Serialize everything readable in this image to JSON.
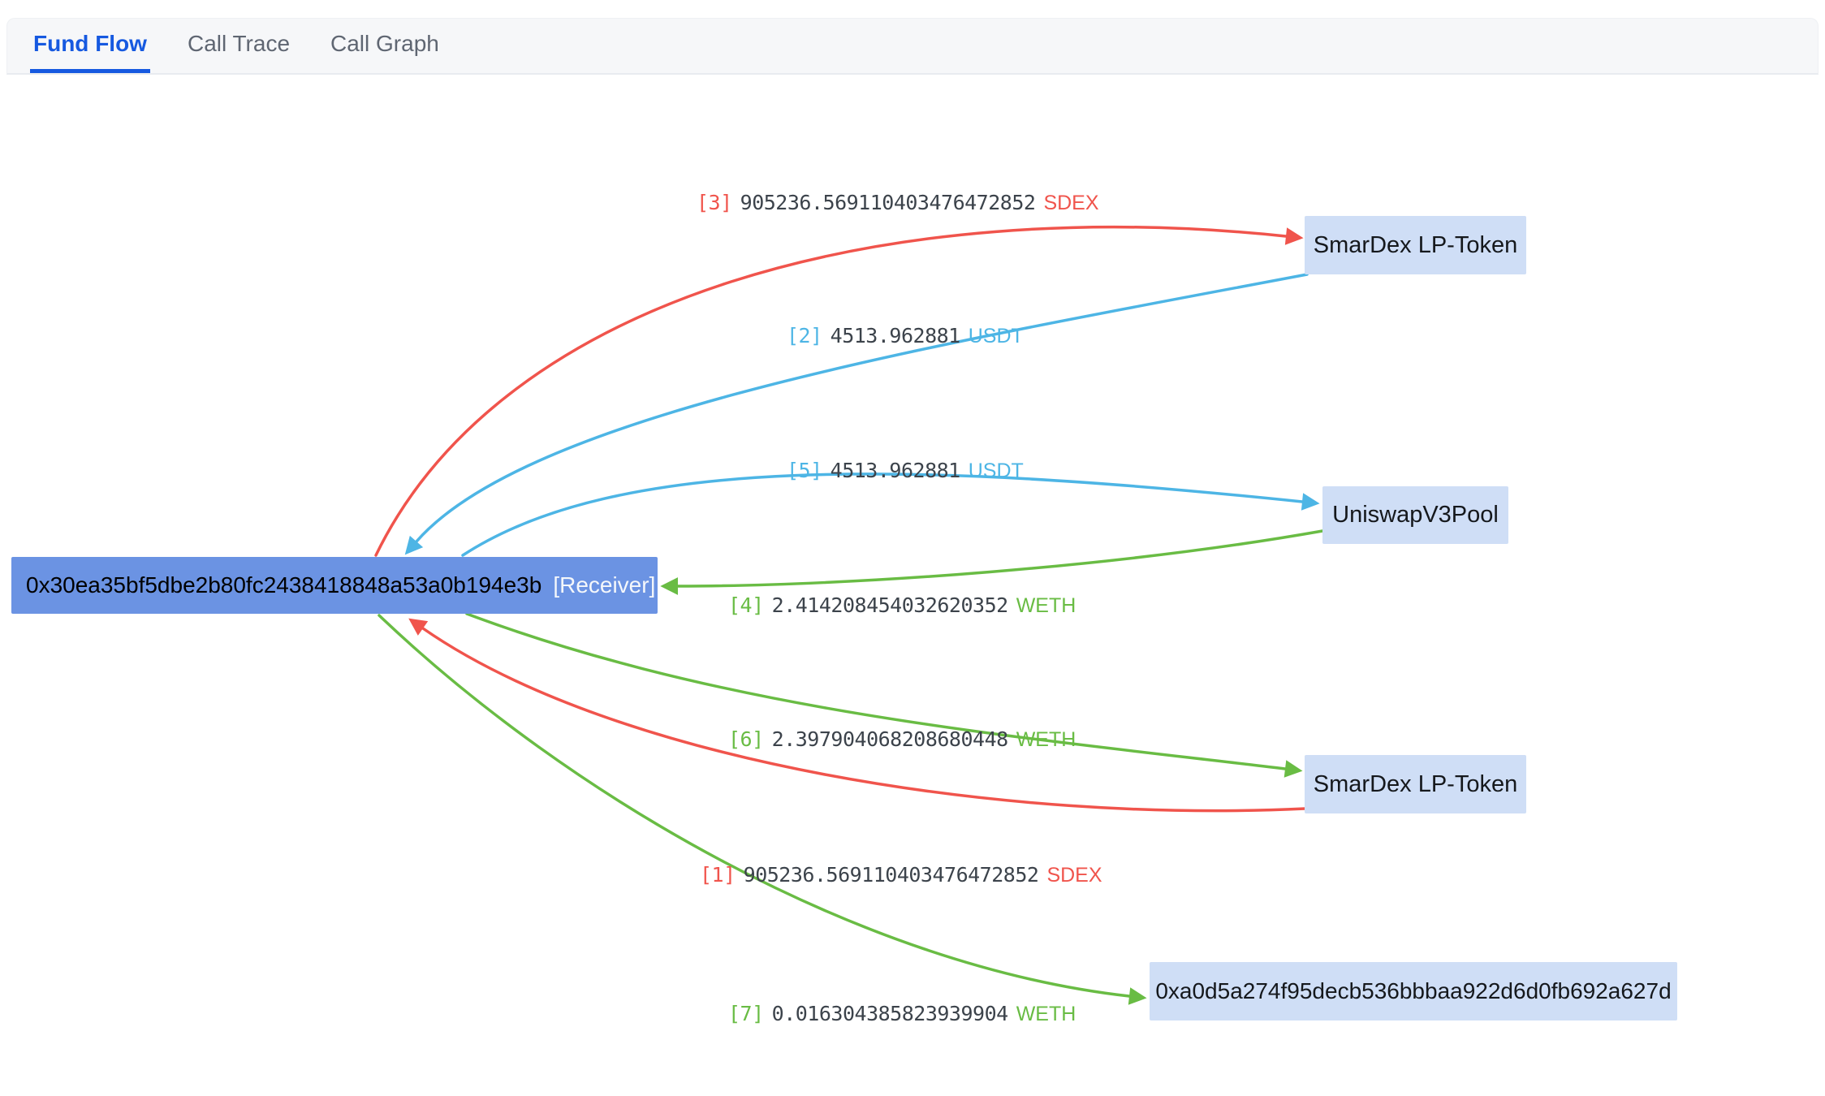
{
  "tabs": [
    {
      "label": "Fund Flow",
      "active": true
    },
    {
      "label": "Call Trace",
      "active": false
    },
    {
      "label": "Call Graph",
      "active": false
    }
  ],
  "nodes": {
    "receiver": {
      "address": "0x30ea35bf5dbe2b80fc2438418848a53a0b194e3b",
      "tag": "[Receiver]"
    },
    "smardex_lp_top": {
      "label": "SmarDex LP-Token"
    },
    "uniswap_v3_pool": {
      "label": "UniswapV3Pool"
    },
    "smardex_lp_bottom": {
      "label": "SmarDex LP-Token"
    },
    "external_address": {
      "label": "0xa0d5a274f95decb536bbbaa922d6d0fb692a627d"
    }
  },
  "edges": {
    "e1": {
      "index": "[1]",
      "amount": "905236.569110403476472852",
      "token": "SDEX",
      "color": "#f0544c",
      "from": "smardex_lp_bottom",
      "to": "receiver"
    },
    "e2": {
      "index": "[2]",
      "amount": "4513.962881",
      "token": "USDT",
      "color": "#4db5e5",
      "from": "smardex_lp_top",
      "to": "receiver"
    },
    "e3": {
      "index": "[3]",
      "amount": "905236.569110403476472852",
      "token": "SDEX",
      "color": "#f0544c",
      "from": "receiver",
      "to": "smardex_lp_top"
    },
    "e4": {
      "index": "[4]",
      "amount": "2.414208454032620352",
      "token": "WETH",
      "color": "#69bc44",
      "from": "uniswap_v3_pool",
      "to": "receiver"
    },
    "e5": {
      "index": "[5]",
      "amount": "4513.962881",
      "token": "USDT",
      "color": "#4db5e5",
      "from": "receiver",
      "to": "uniswap_v3_pool"
    },
    "e6": {
      "index": "[6]",
      "amount": "2.397904068208680448",
      "token": "WETH",
      "color": "#69bc44",
      "from": "receiver",
      "to": "smardex_lp_bottom"
    },
    "e7": {
      "index": "[7]",
      "amount": "0.016304385823939904",
      "token": "WETH",
      "color": "#69bc44",
      "from": "receiver",
      "to": "external_address"
    }
  },
  "colors": {
    "red": "#f0544c",
    "blue": "#4db5e5",
    "green": "#69bc44",
    "amount": "#3c434b",
    "receiver-bg": "#6b93e3",
    "node-bg": "#cfdef6",
    "tab-active": "#1659e0",
    "tab-inactive": "#5f6672",
    "bar-bg": "#f6f7f9",
    "bar-border": "#e8ebf0"
  }
}
